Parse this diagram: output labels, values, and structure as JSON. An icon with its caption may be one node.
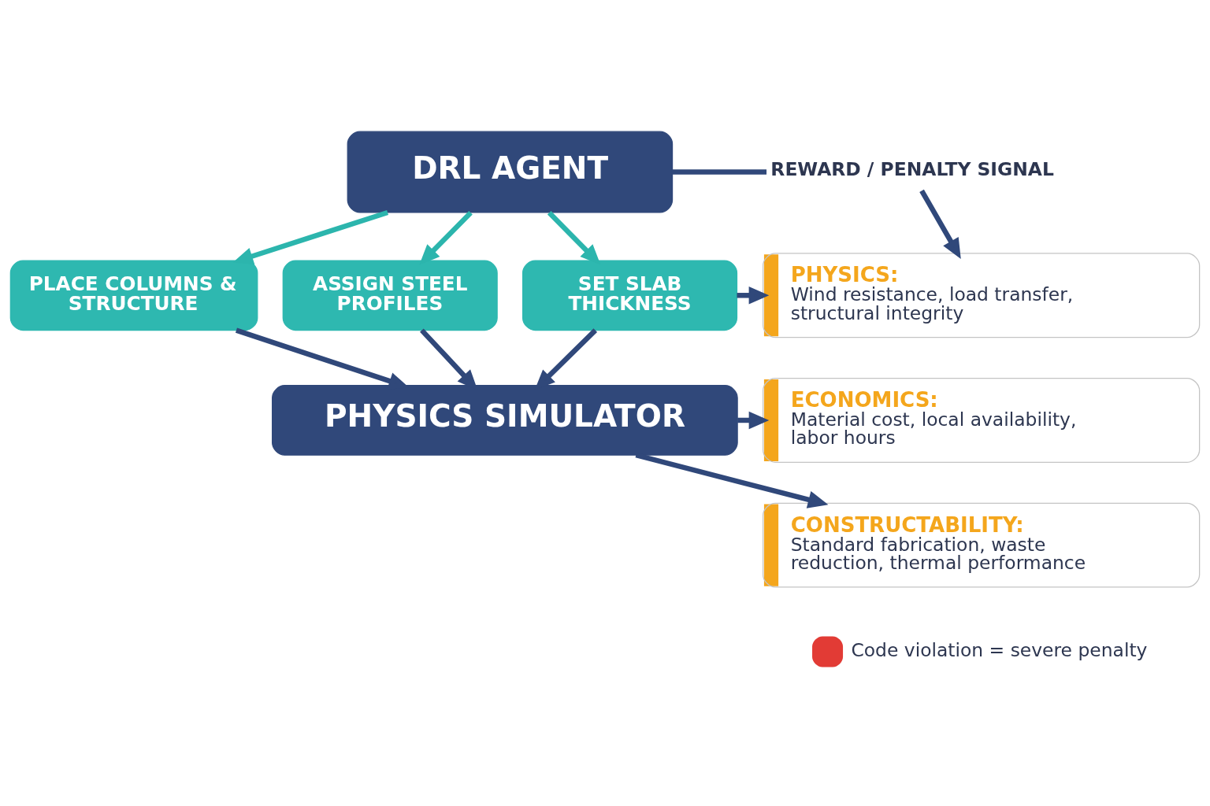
{
  "diagram": {
    "nodes": [
      {
        "text": [
          "DRL AGENT"
        ]
      },
      {
        "text": [
          "PLACE COLUMNS & STRUCTURE"
        ]
      },
      {
        "text": [
          "ASSIGN STEEL PROFILES"
        ]
      },
      {
        "text": [
          "SET SLAB THICKNESS"
        ]
      },
      {
        "text": [
          "PHYSICS SIMULATOR"
        ]
      },
      {
        "text": [
          "REWARD / PENALTY SIGNAL"
        ]
      },
      {
        "text": [
          "PHYSICS:",
          "Wind resistance, load transfer, structural integrity"
        ]
      },
      {
        "text": [
          "ECONOMICS:",
          "Material cost, local availability, labor hours"
        ]
      },
      {
        "text": [
          "CONSTRUCTABILITY:",
          "Standard fabrication, waste reduction, thermal performance"
        ]
      }
    ],
    "edges": [
      {
        "from": 0,
        "to": 1,
        "arrow": "to",
        "color": "#2cb5ad"
      },
      {
        "from": 0,
        "to": 2,
        "arrow": "to",
        "color": "#2cb5ad"
      },
      {
        "from": 0,
        "to": 3,
        "arrow": "to",
        "color": "#2cb5ad"
      },
      {
        "from": 1,
        "to": 4,
        "arrow": "to"
      },
      {
        "from": 2,
        "to": 4,
        "arrow": "to"
      },
      {
        "from": 3,
        "to": 4,
        "arrow": "to"
      },
      {
        "from": 0,
        "to": 5,
        "arrow": "none"
      },
      {
        "from": 5,
        "to": 6,
        "arrow": "to"
      },
      {
        "from": 3,
        "to": 6,
        "arrow": "to"
      },
      {
        "from": 4,
        "to": 7,
        "arrow": "to"
      },
      {
        "from": 4,
        "to": 8,
        "arrow": "to"
      }
    ],
    "labels": [
      "Code violation = severe penalty"
    ]
  }
}
